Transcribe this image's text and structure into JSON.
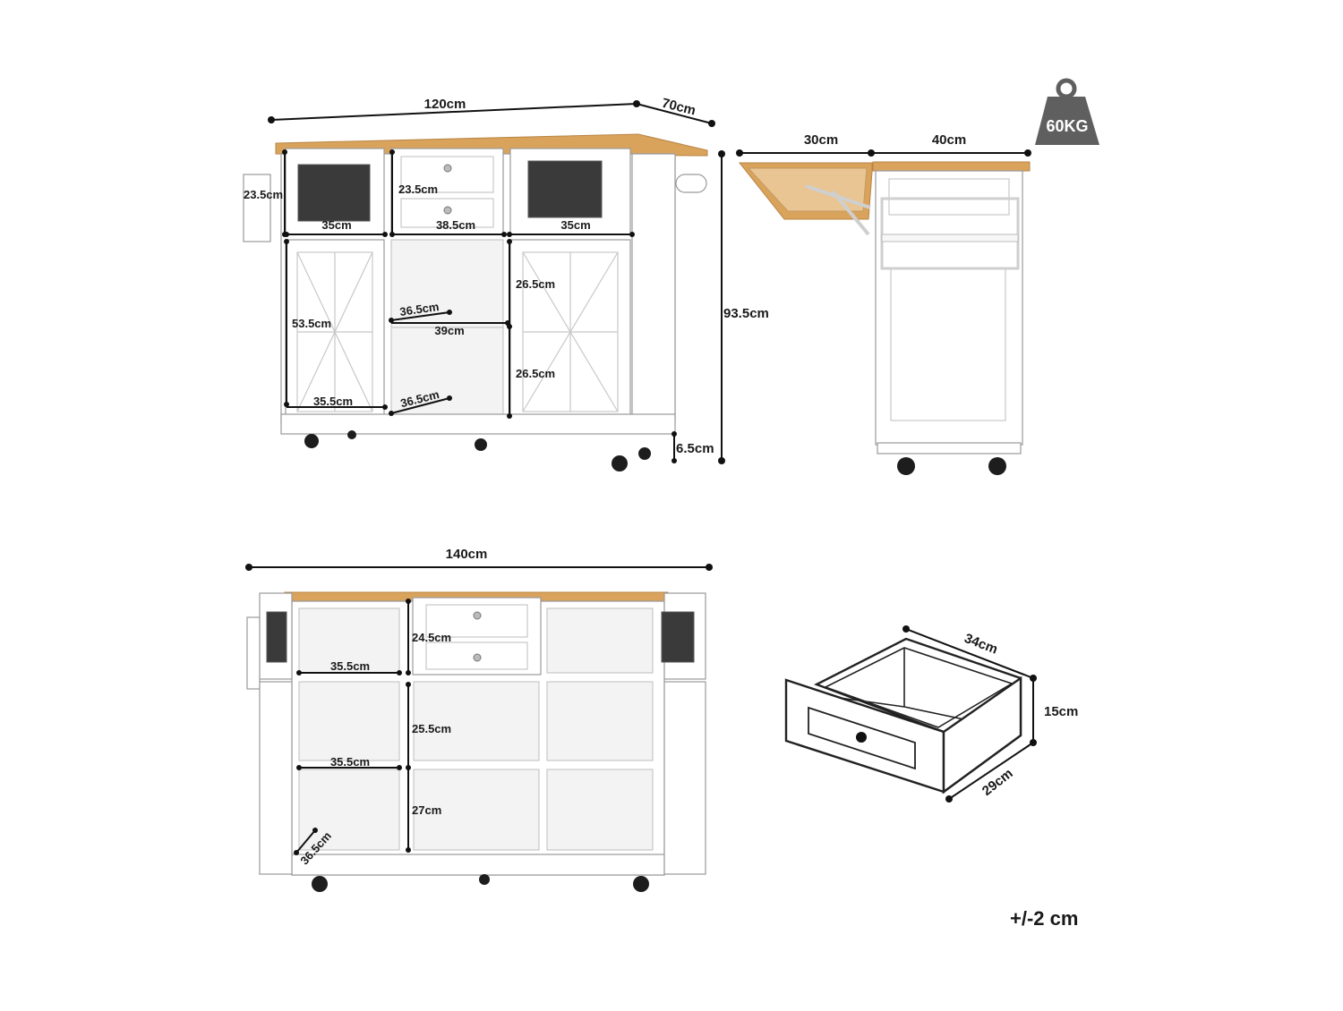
{
  "front_view": {
    "width": "120cm",
    "depth": "70cm",
    "height": "93.5cm",
    "wheel_height": "6.5cm",
    "side_box_height": "23.5cm",
    "upper_left_door_width": "35cm",
    "drawer_height": "23.5cm",
    "drawer_width": "38.5cm",
    "upper_right_door_width": "35cm",
    "left_cabinet_height": "53.5cm",
    "left_cabinet_width": "35.5cm",
    "open_shelf_depth_top": "36.5cm",
    "open_shelf_width": "39cm",
    "open_shelf_depth_bottom": "36.5cm",
    "right_upper_compartment_height": "26.5cm",
    "right_lower_compartment_height": "26.5cm"
  },
  "side_view": {
    "drop_leaf_width": "30cm",
    "fixed_top_width": "40cm"
  },
  "load_badge": {
    "label": "60KG",
    "icon": "weight-icon",
    "color": "#5f5f5f"
  },
  "open_view": {
    "total_width": "140cm",
    "upper_compartment_width": "35.5cm",
    "drawer_height": "24.5cm",
    "middle_shelf_height": "25.5cm",
    "middle_shelf_width": "35.5cm",
    "lower_shelf_height": "27cm",
    "shelf_depth": "36.5cm"
  },
  "drawer_view": {
    "depth": "34cm",
    "height": "15cm",
    "width": "29cm"
  },
  "tolerance": "+/-2 cm",
  "colors": {
    "wood_top": "#d9a35c",
    "cabinet": "#ffffff",
    "outline": "#9a9a9a",
    "dimension_line": "#111111"
  }
}
